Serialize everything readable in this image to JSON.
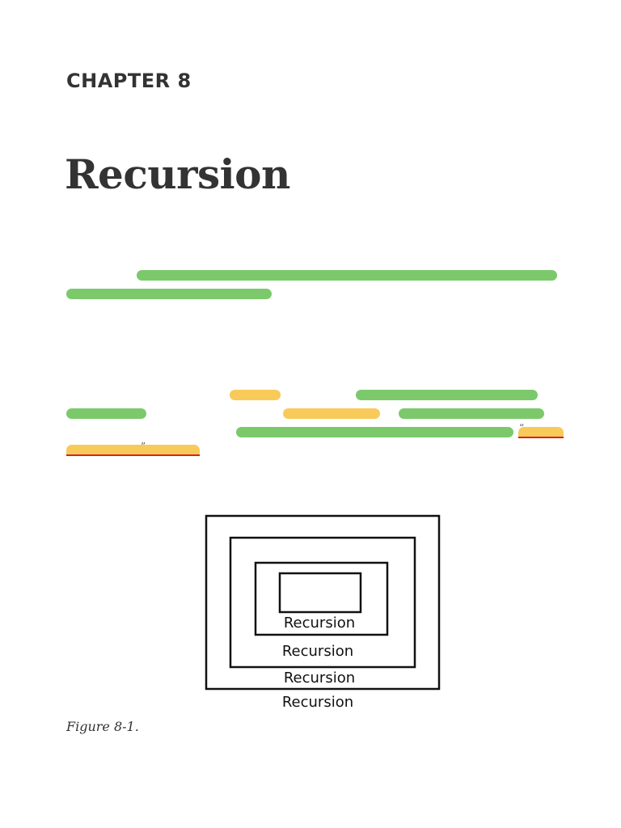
{
  "chapter": {
    "label": "CHAPTER 8",
    "title": "Recursion"
  },
  "highlight_colors": {
    "green": "#7cc96c",
    "yellow": "#f7ca5a",
    "underline": "#d9231b"
  },
  "quotes": {
    "open": "“",
    "close": "”"
  },
  "figure": {
    "labels": [
      "Recursion",
      "Recursion",
      "Recursion",
      "Recursion"
    ],
    "caption": "Figure 8-1."
  }
}
